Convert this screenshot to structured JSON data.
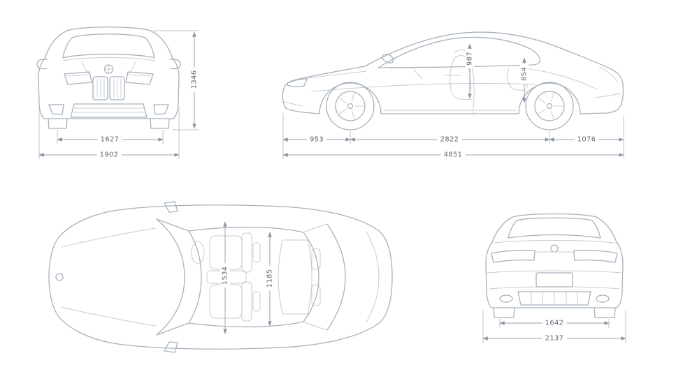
{
  "palette": {
    "background": "#ffffff",
    "car_line": "#a7b1bc",
    "car_line_light": "#c6ccd4",
    "dimension_line": "#98a2ad",
    "dimension_text": "#5f6b76"
  },
  "views": {
    "front": {
      "dims": {
        "height": "1346",
        "track_width": "1627",
        "overall_width": "1902"
      }
    },
    "side": {
      "dims": {
        "front_headroom": "987",
        "rear_headroom": "854",
        "front_overhang": "953",
        "wheelbase": "2822",
        "rear_overhang": "1076",
        "overall_length": "4851"
      }
    },
    "top": {
      "dims": {
        "front_interior_width": "1534",
        "rear_interior_width": "1185"
      }
    },
    "rear": {
      "dims": {
        "rear_track_width": "1642",
        "overall_width_incl_mirrors": "2137"
      }
    }
  }
}
